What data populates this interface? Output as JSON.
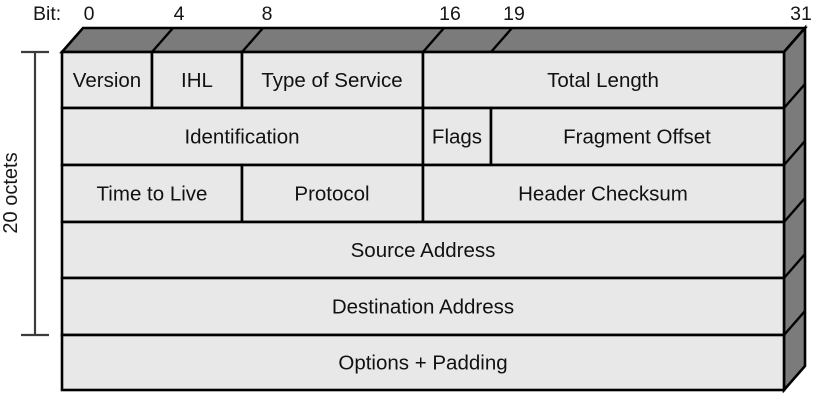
{
  "colors": {
    "face_3d": "#7b7b7b",
    "cell_fill": "#e8e8e8",
    "border": "#000000",
    "text": "#111111",
    "background": "#ffffff"
  },
  "bit_ruler": {
    "label": "Bit:",
    "ticks": [
      {
        "label": "0"
      },
      {
        "label": "4"
      },
      {
        "label": "8"
      },
      {
        "label": "16"
      },
      {
        "label": "19"
      },
      {
        "label": "31"
      }
    ]
  },
  "left_bracket": {
    "label": "20 octets"
  },
  "header_rows": [
    {
      "cells": [
        {
          "label": "Version"
        },
        {
          "label": "IHL"
        },
        {
          "label": "Type of Service"
        },
        {
          "label": "Total Length"
        }
      ]
    },
    {
      "cells": [
        {
          "label": "Identification"
        },
        {
          "label": "Flags"
        },
        {
          "label": "Fragment Offset"
        }
      ]
    },
    {
      "cells": [
        {
          "label": "Time to Live"
        },
        {
          "label": "Protocol"
        },
        {
          "label": "Header Checksum"
        }
      ]
    },
    {
      "cells": [
        {
          "label": "Source Address"
        }
      ]
    },
    {
      "cells": [
        {
          "label": "Destination Address"
        }
      ]
    },
    {
      "cells": [
        {
          "label": "Options + Padding"
        }
      ]
    }
  ]
}
